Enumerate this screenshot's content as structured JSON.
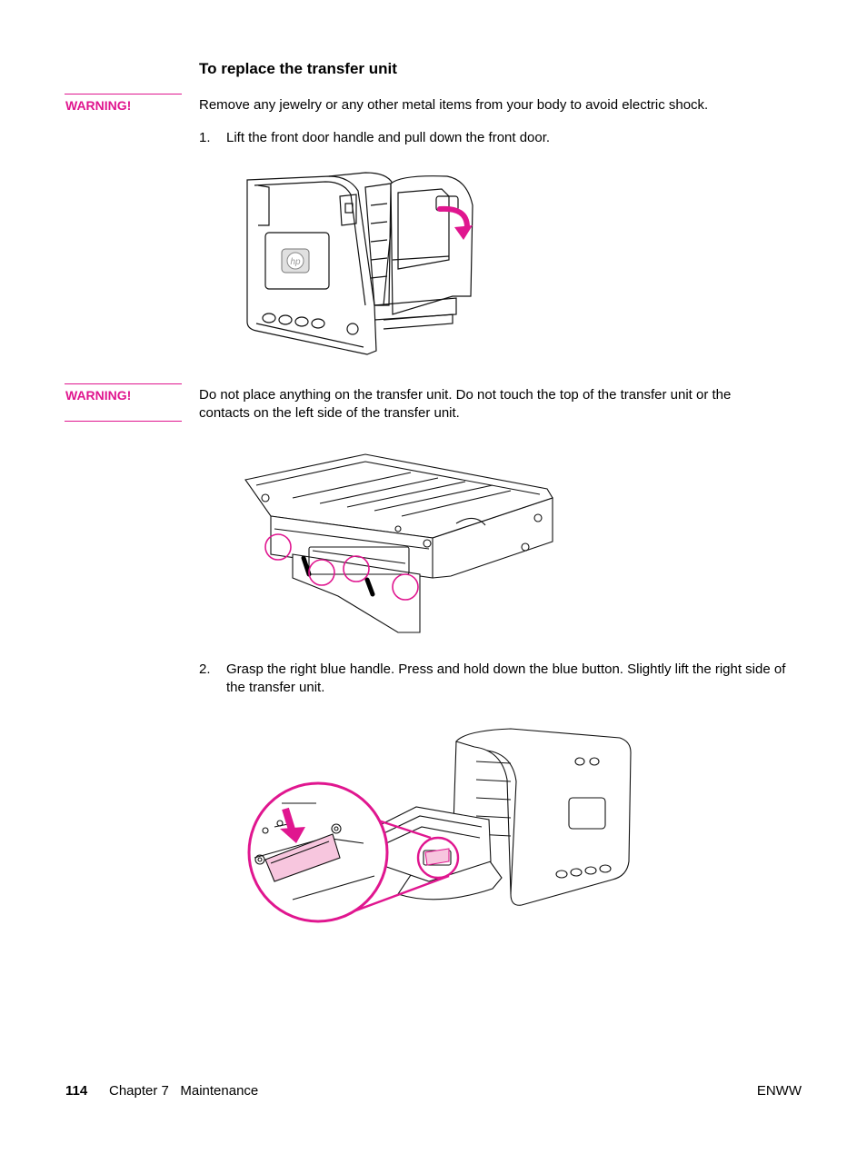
{
  "section": {
    "heading": "To replace the transfer unit"
  },
  "warnings": [
    {
      "label": "WARNING!",
      "text": "Remove any jewelry or any other metal items from your body to avoid electric shock."
    },
    {
      "label": "WARNING!",
      "text": "Do not place anything on the transfer unit. Do not touch the top of the transfer unit or the contacts on the left side of the transfer unit."
    }
  ],
  "steps": [
    {
      "number": "1.",
      "text": "Lift the front door handle and pull down the front door."
    },
    {
      "number": "2.",
      "text": "Grasp the right blue handle. Press and hold down the blue button. Slightly lift the right side of the transfer unit."
    }
  ],
  "figures": {
    "printer_logo": "hp",
    "accent_color": "#e0168f",
    "highlight_fill": "#f7c6de"
  },
  "footer": {
    "page_number": "114",
    "chapter": "Chapter 7   Maintenance",
    "right": "ENWW"
  }
}
